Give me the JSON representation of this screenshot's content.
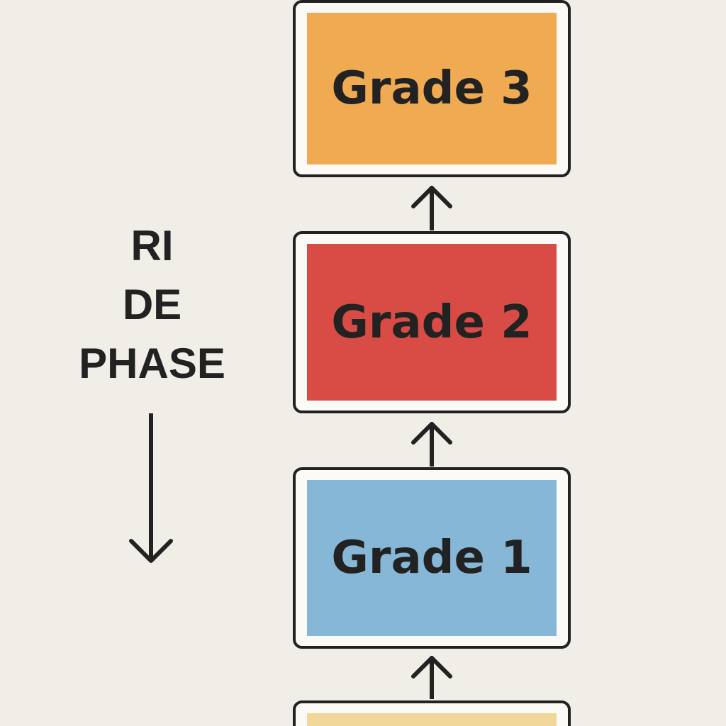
{
  "diagram": {
    "side_label_lines": [
      "RI",
      "DE",
      "PHASE"
    ],
    "boxes": [
      {
        "label": "Grade 3",
        "fill": "#efaa52"
      },
      {
        "label": "Grade 2",
        "fill": "#d84c45"
      },
      {
        "label": "Grade 1",
        "fill": "#86b7d6"
      },
      {
        "label": "",
        "fill": "#f1d79a"
      }
    ],
    "colors": {
      "background": "#f1eee8",
      "stroke": "#222222"
    },
    "icons": {
      "up_connector": "arrow-up-icon",
      "side_arrow": "arrow-down-icon"
    }
  }
}
